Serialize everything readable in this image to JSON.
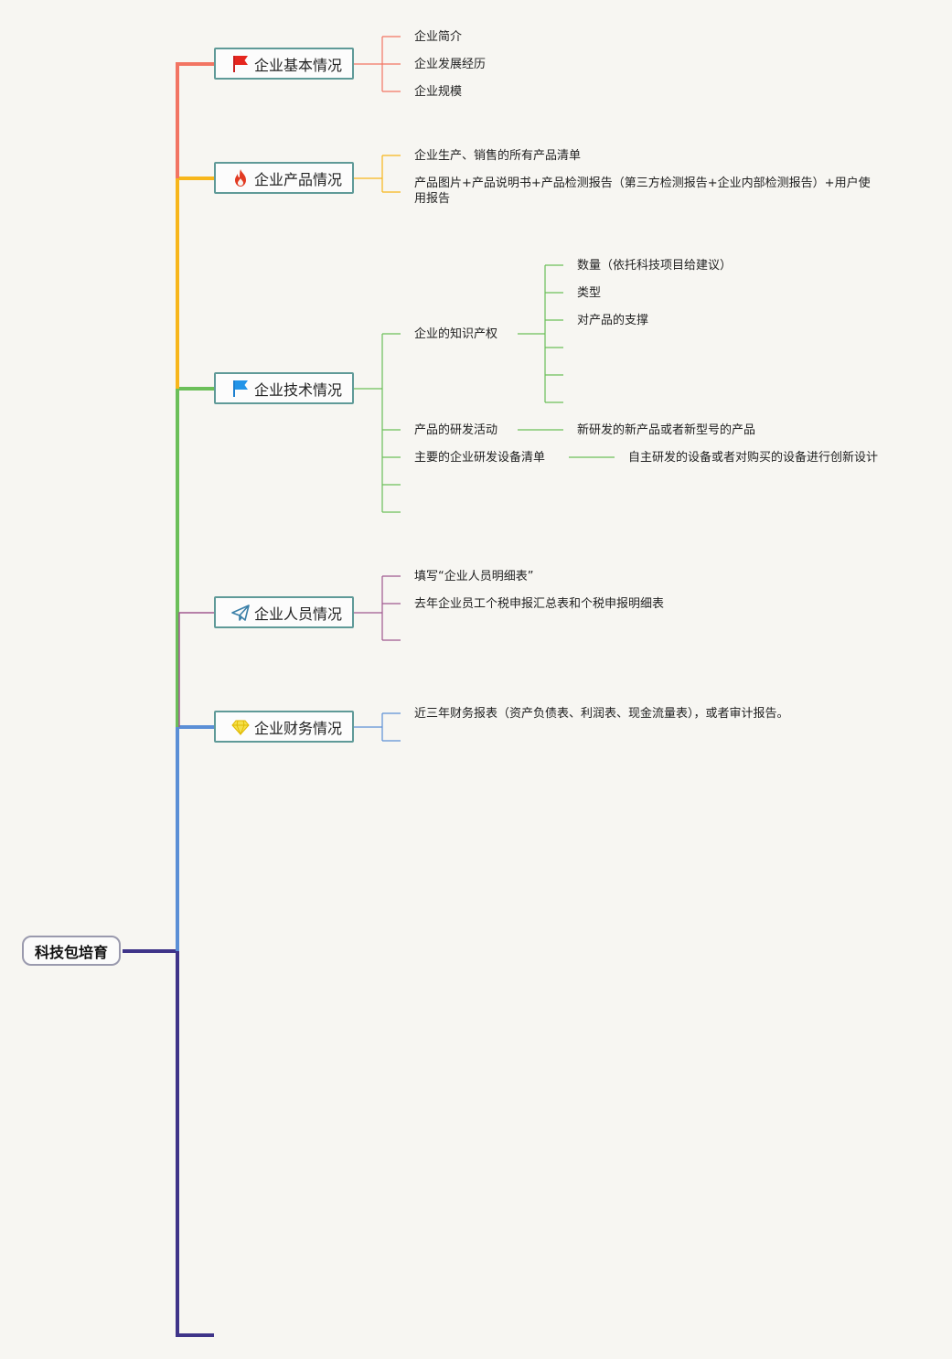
{
  "root": {
    "label": "科技包培育"
  },
  "colors": {
    "basic": "#f27563",
    "product": "#f7b61b",
    "tech": "#6bbf59",
    "people": "#a0588f",
    "finance": "#5b8fd6",
    "root": "#3f3489"
  },
  "branches": [
    {
      "label": "企业基本情况",
      "icon": "red-flag-icon",
      "children": [
        "企业简介",
        "企业发展经历",
        "企业规模"
      ]
    },
    {
      "label": "企业产品情况",
      "icon": "fire-icon",
      "children": [
        "企业生产、销售的所有产品清单",
        "产品图片+产品说明书+产品检测报告（第三方检测报告+企业内部检测报告）+用户使用报告"
      ]
    },
    {
      "label": "企业技术情况",
      "icon": "blue-flag-icon",
      "children": [
        {
          "label": "企业的知识产权",
          "children": [
            "数量（依托科技项目给建议）",
            "类型",
            "对产品的支撑"
          ]
        },
        {
          "label": "产品的研发活动",
          "children": [
            "新研发的新产品或者新型号的产品"
          ]
        },
        {
          "label": "主要的企业研发设备清单",
          "children": [
            "自主研发的设备或者对购买的设备进行创新设计"
          ]
        }
      ]
    },
    {
      "label": "企业人员情况",
      "icon": "paper-plane-icon",
      "children": [
        "填写“企业人员明细表”",
        "去年企业员工个税申报汇总表和个税申报明细表"
      ]
    },
    {
      "label": "企业财务情况",
      "icon": "diamond-icon",
      "children": [
        "近三年财务报表（资产负债表、利润表、现金流量表），或者审计报告。"
      ]
    }
  ]
}
